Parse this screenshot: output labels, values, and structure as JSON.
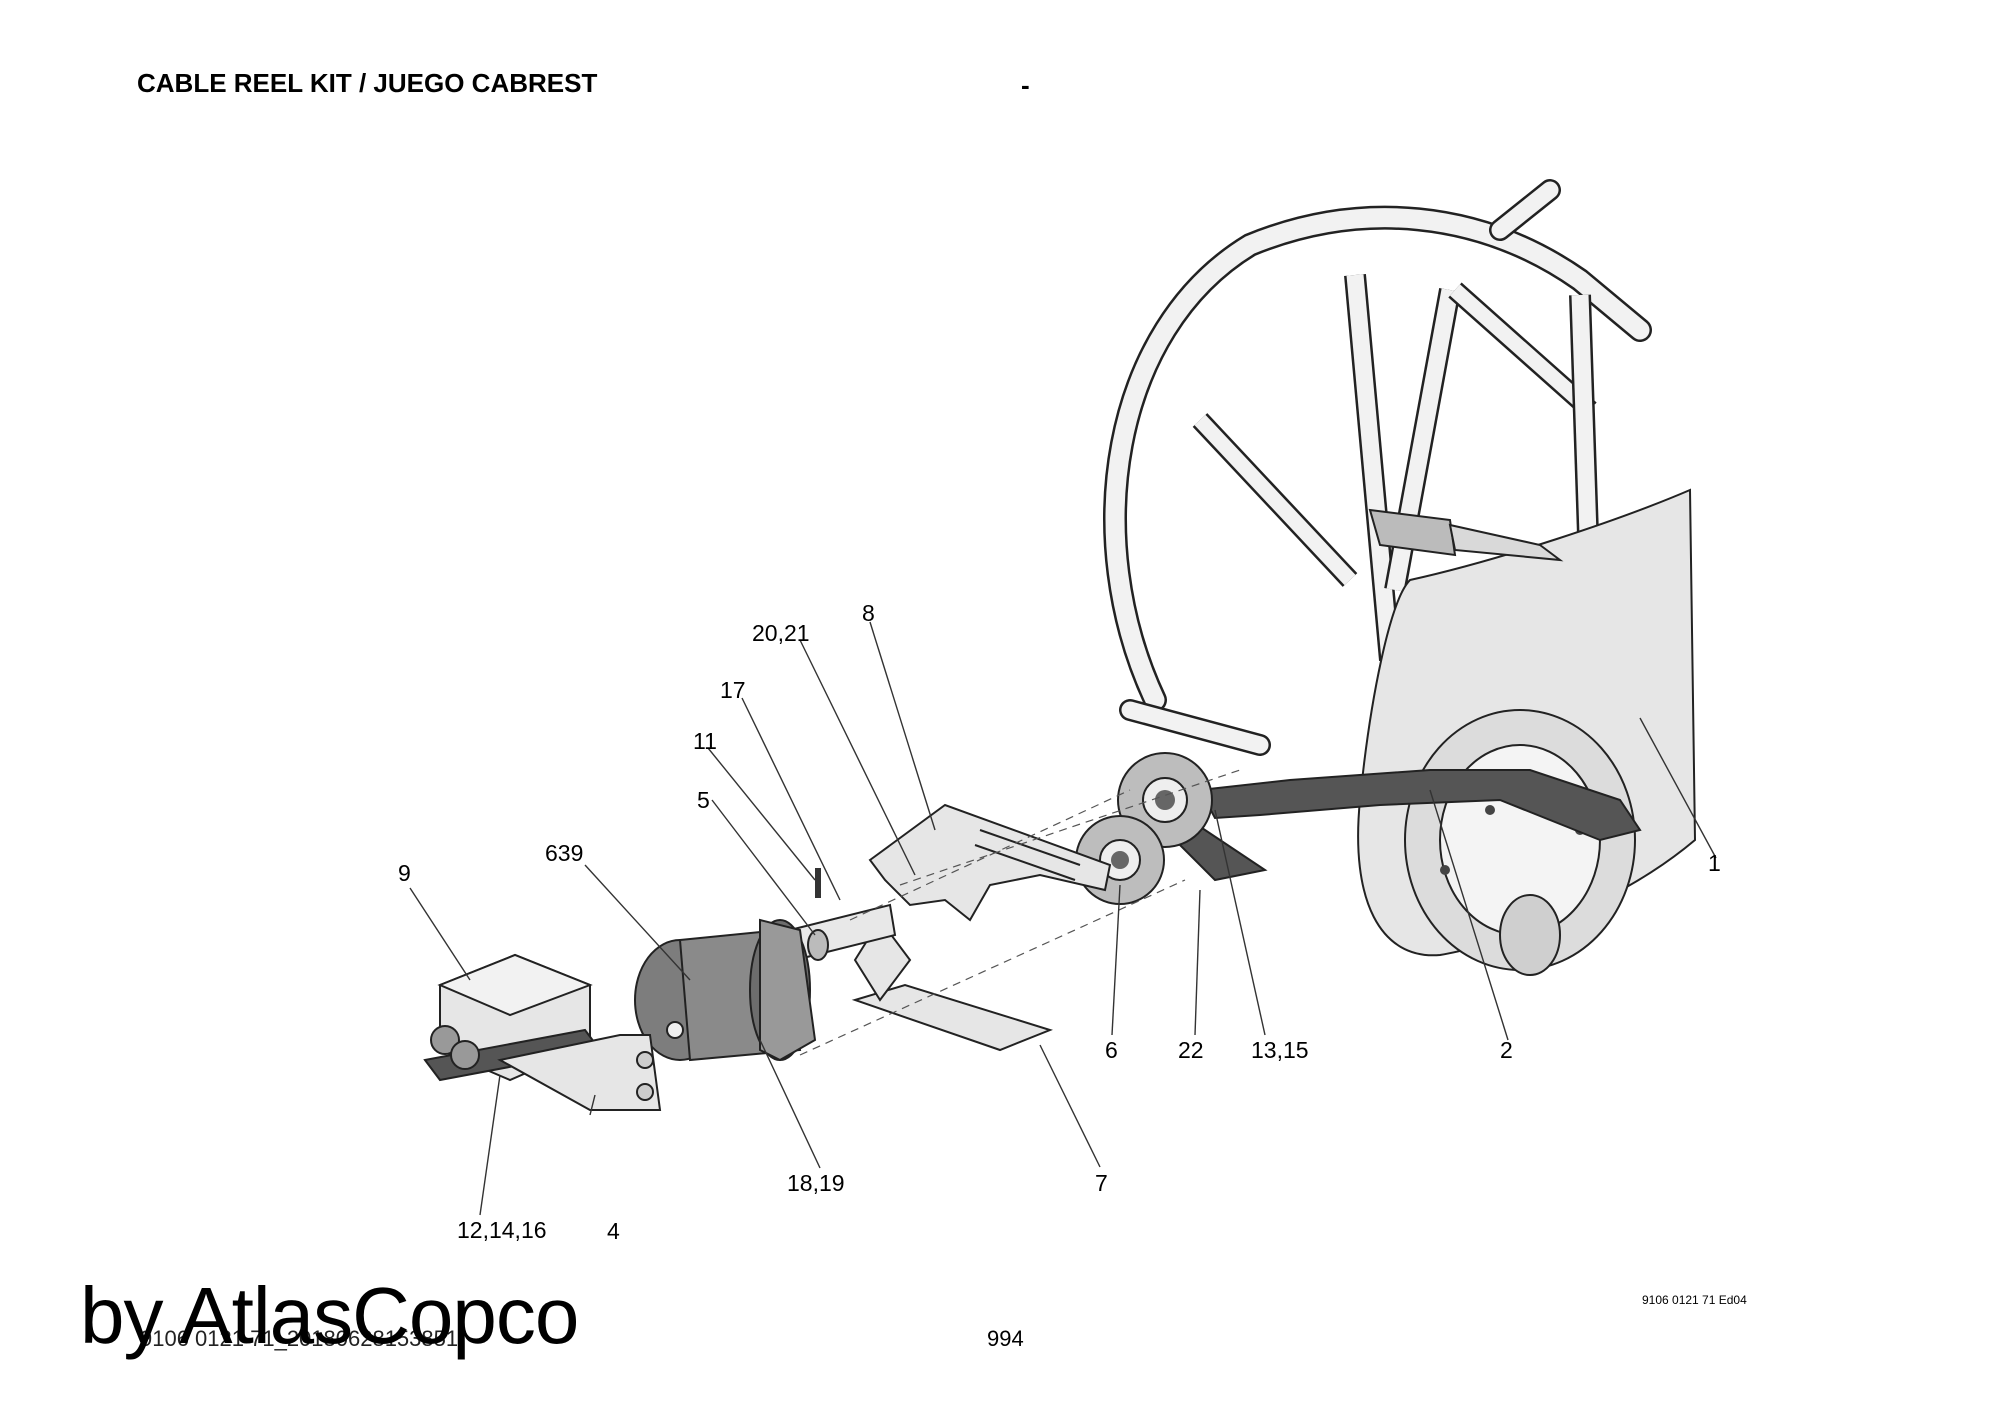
{
  "header": {
    "title": "CABLE REEL KIT / JUEGO CABREST",
    "separator": "-"
  },
  "callouts": {
    "c1": "1",
    "c2": "2",
    "c4": "4",
    "c5": "5",
    "c6": "6",
    "c7": "7",
    "c8": "8",
    "c9": "9",
    "c11": "11",
    "c12_14_16": "12,14,16",
    "c13_15": "13,15",
    "c17": "17",
    "c18_19": "18,19",
    "c20_21": "20,21",
    "c22": "22",
    "c639": "639"
  },
  "footer": {
    "doc_ref": "9106 0121 71 Ed04",
    "page_number": "994",
    "filename": "9106 0121 71_20180628153851",
    "watermark": "by AtlasCopco"
  },
  "colors": {
    "line": "#222222",
    "part_light": "#e6e6e6",
    "part_mid": "#bdbdbd",
    "part_dark": "#555555"
  }
}
